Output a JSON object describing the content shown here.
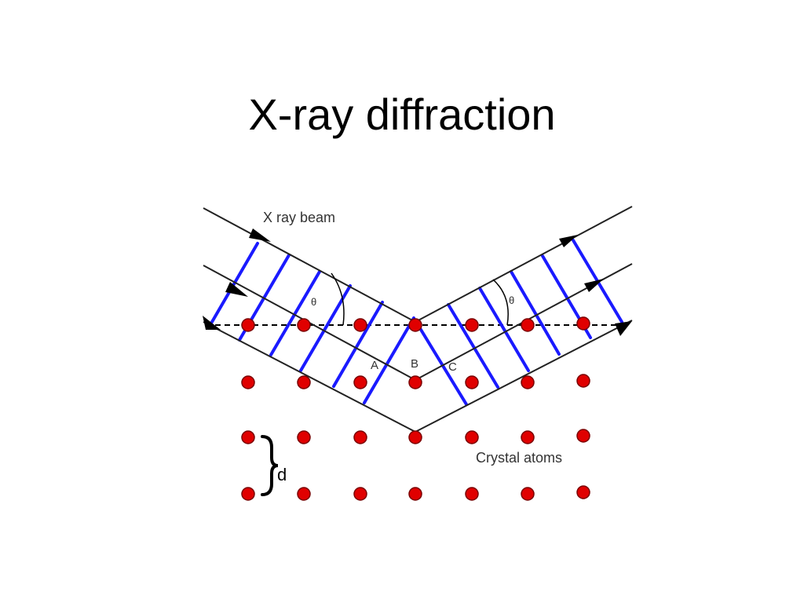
{
  "slide": {
    "title": "X-ray diffraction"
  },
  "diagram": {
    "labels": {
      "beam": "X ray beam",
      "theta_left": "θ",
      "theta_right": "θ",
      "point_a": "A",
      "point_b": "B",
      "point_c": "C",
      "crystal": "Crystal atoms",
      "spacing": "d"
    },
    "colors": {
      "wavefront": "#1a1aff",
      "atom_fill": "#e00000",
      "atom_stroke": "#7a0000",
      "ray": "#222222"
    },
    "atom_rows": 4,
    "atom_columns": 7
  }
}
